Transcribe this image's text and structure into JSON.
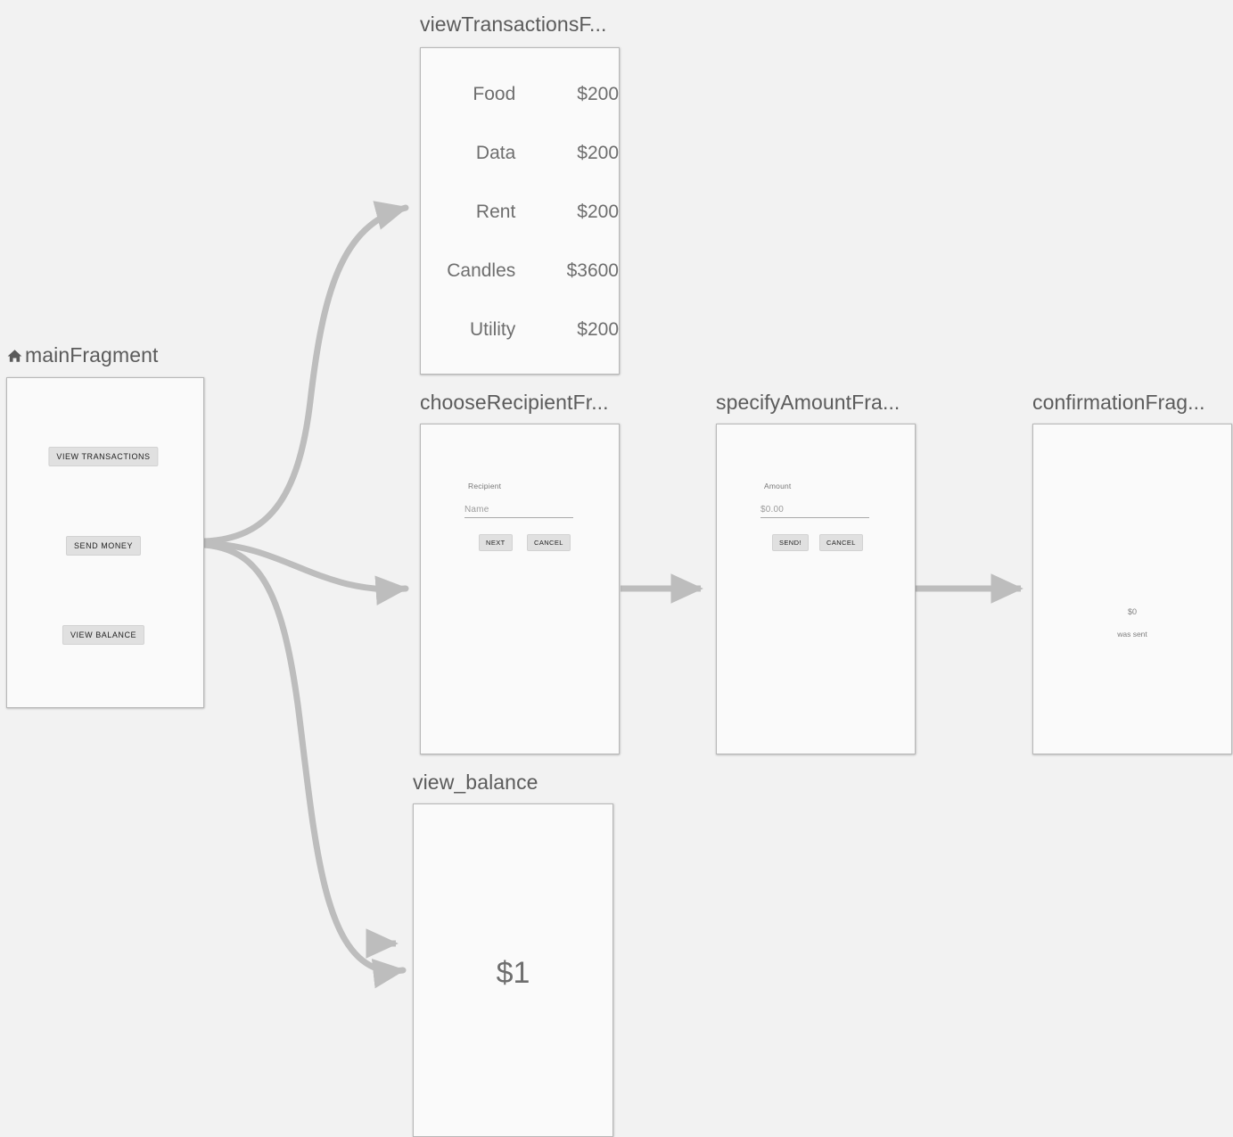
{
  "canvas": {
    "background": "#f2f2f2",
    "edge_color": "#bdbdbd",
    "panel_border_color": "#b8b8b8",
    "panel_fill": "#fafafa"
  },
  "destinations": [
    {
      "id": "mainFragment",
      "label": "mainFragment",
      "is_start": true,
      "start_icon": "home-icon",
      "buttons": [
        {
          "label": "VIEW TRANSACTIONS"
        },
        {
          "label": "SEND MONEY"
        },
        {
          "label": "VIEW BALANCE"
        }
      ]
    },
    {
      "id": "viewTransactionsFragment",
      "label": "viewTransactionsF...",
      "is_start": false,
      "transactions": [
        {
          "name": "Food",
          "amount": "$200"
        },
        {
          "name": "Data",
          "amount": "$200"
        },
        {
          "name": "Rent",
          "amount": "$200"
        },
        {
          "name": "Candles",
          "amount": "$3600"
        },
        {
          "name": "Utility",
          "amount": "$200"
        }
      ]
    },
    {
      "id": "chooseRecipientFragment",
      "label": "chooseRecipientFr...",
      "is_start": false,
      "form": {
        "field_label": "Recipient",
        "field_value": "Name",
        "primary_button": "NEXT",
        "secondary_button": "CANCEL"
      }
    },
    {
      "id": "specifyAmountFragment",
      "label": "specifyAmountFra...",
      "is_start": false,
      "form": {
        "field_label": "Amount",
        "field_value": "$0.00",
        "primary_button": "SEND!",
        "secondary_button": "CANCEL"
      }
    },
    {
      "id": "confirmationFragment",
      "label": "confirmationFrag...",
      "is_start": false,
      "confirmation": {
        "amount": "$0",
        "message": "was sent"
      }
    },
    {
      "id": "view_balance",
      "label": "view_balance",
      "is_start": false,
      "balance": "$1"
    }
  ],
  "actions": [
    {
      "from": "mainFragment",
      "to": "viewTransactionsFragment",
      "shape": "curve"
    },
    {
      "from": "mainFragment",
      "to": "chooseRecipientFragment",
      "shape": "curve"
    },
    {
      "from": "mainFragment",
      "to": "view_balance",
      "shape": "curve"
    },
    {
      "from": "chooseRecipientFragment",
      "to": "specifyAmountFragment",
      "shape": "straight"
    },
    {
      "from": "specifyAmountFragment",
      "to": "confirmationFragment",
      "shape": "straight"
    },
    {
      "from": "mainFragment",
      "to": "view_balance",
      "shape": "stub"
    }
  ]
}
